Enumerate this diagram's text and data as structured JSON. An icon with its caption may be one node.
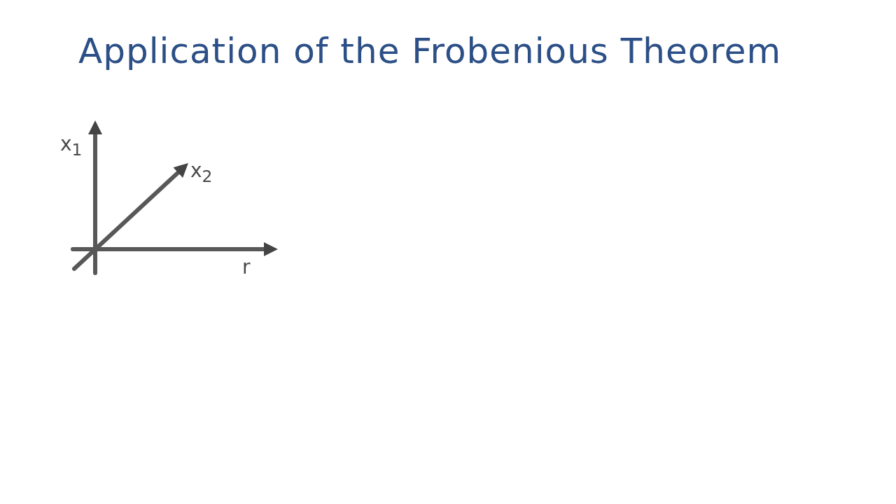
{
  "diagram": {
    "title": "Application of the Frobenious Theorem",
    "labels": [
      "x$_{1}$",
      "x$_{2}$",
      "r"
    ]
  }
}
